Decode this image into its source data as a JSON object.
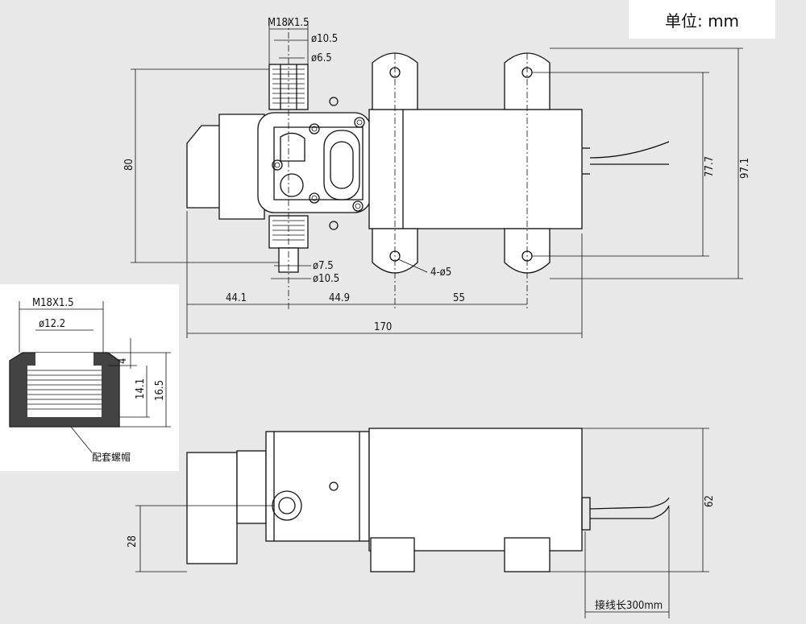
{
  "unit_label": "单位: mm",
  "top_view": {
    "thread": "M18X1.5",
    "outlet_outer_dia": "ø10.5",
    "outlet_inner_dia": "ø6.5",
    "inlet_inner_dia": "ø7.5",
    "inlet_outer_dia": "ø10.5",
    "mount_holes": "4-ø5",
    "height_total": "80",
    "hole_spacing_vertical": "77.7",
    "height_with_mounts": "97.1",
    "dim_left": "44.1",
    "dim_middle": "44.9",
    "dim_right": "55",
    "length_total": "170"
  },
  "cap_detail": {
    "thread": "M18X1.5",
    "inner_dia": "ø12.2",
    "top_thickness": "4",
    "thread_depth": "14.1",
    "overall_height": "16.5",
    "caption": "配套螺帽"
  },
  "side_view": {
    "port_height": "28",
    "overall_height": "62",
    "wire_length": "接线长300mm"
  }
}
